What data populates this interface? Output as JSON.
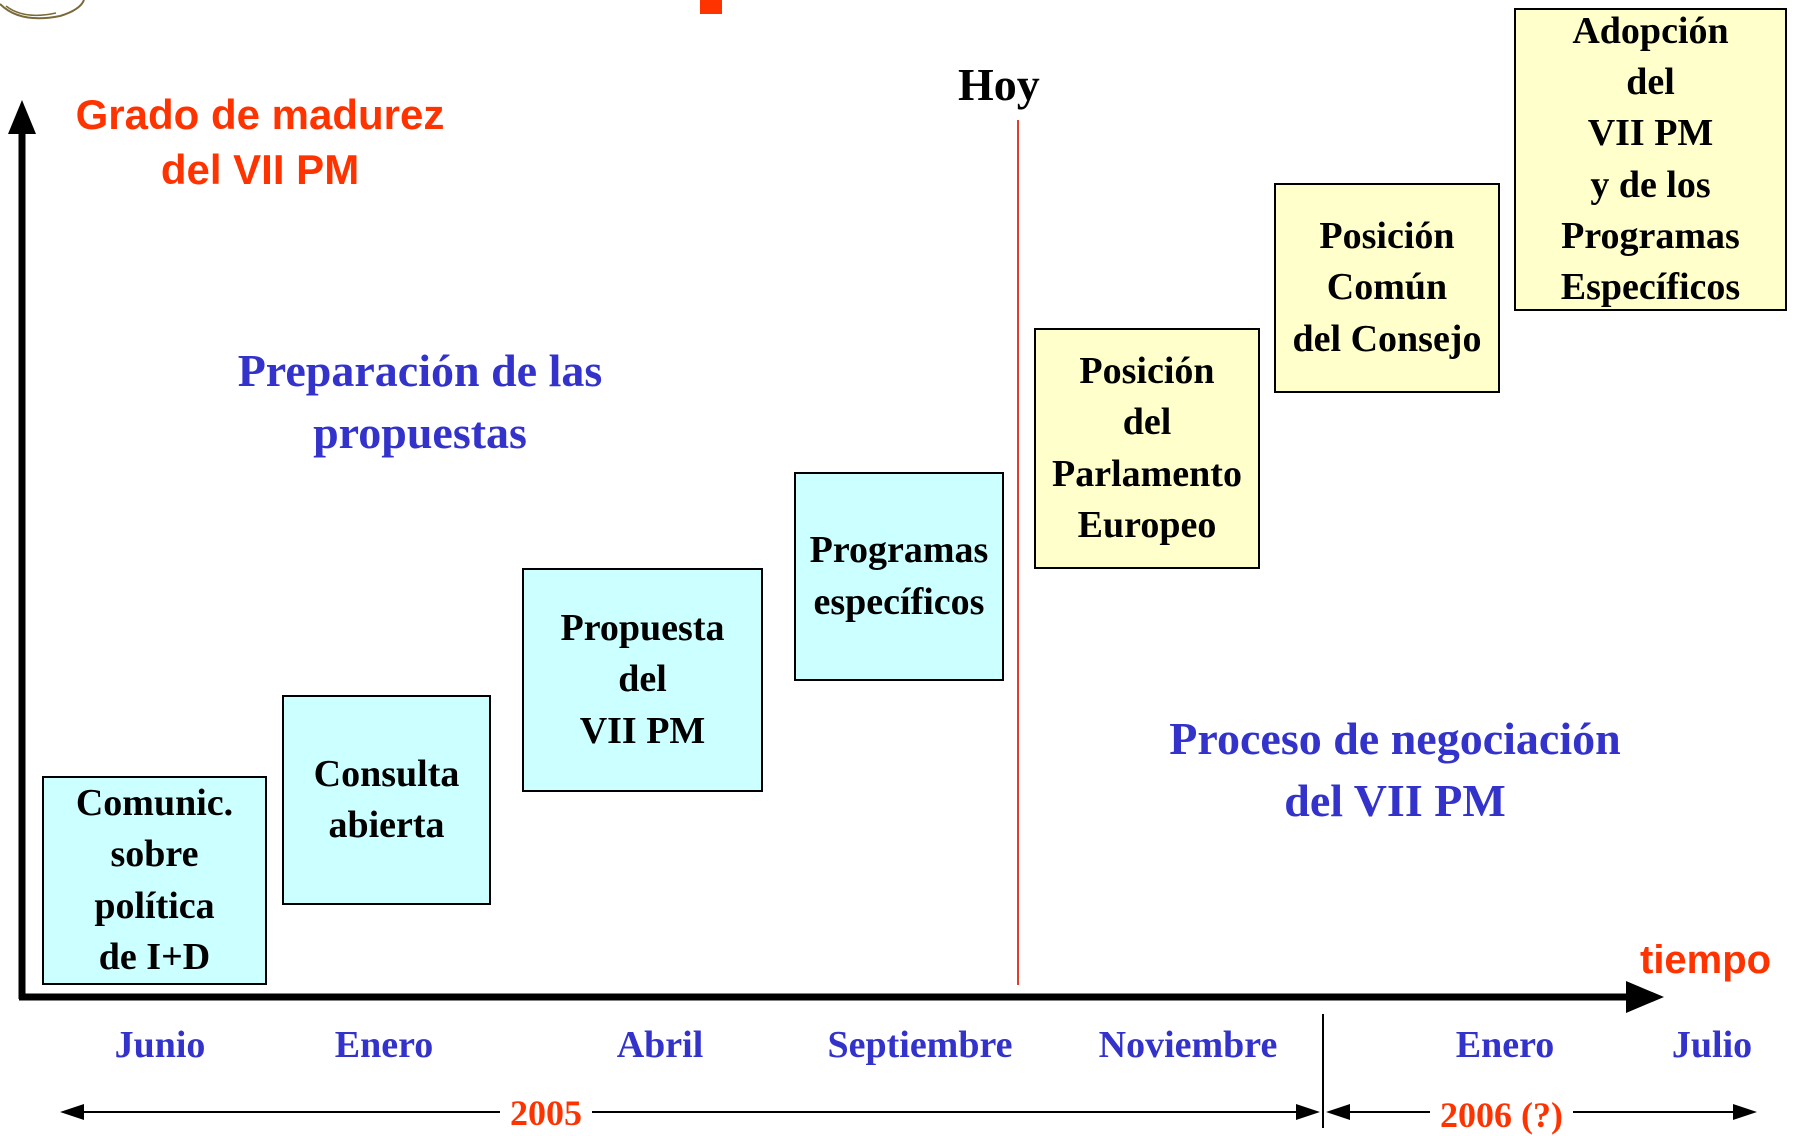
{
  "y_axis_label": "Grado de madurez\ndel VII PM",
  "x_axis_label": "tiempo",
  "today_label": "Hoy",
  "phase_left": "Preparación de las\npropuestas",
  "phase_right": "Proceso de negociación\ndel VII PM",
  "boxes": {
    "comunic": "Comunic.\nsobre\npolítica\nde I+D",
    "consulta": "Consulta\nabierta",
    "propuesta": "Propuesta\ndel\nVII PM",
    "programas": "Programas\nespecíficos",
    "parlamento": "Posición\ndel\nParlamento\nEuropeo",
    "consejo": "Posición\nComún\ndel Consejo",
    "adopcion": "Adopción\ndel\nVII PM\ny de los\nProgramas\nEspecíficos"
  },
  "months": [
    "Junio",
    "Enero",
    "Abril",
    "Septiembre",
    "Noviembre",
    "Enero",
    "Julio"
  ],
  "years": {
    "y2005": "2005",
    "y2006": "2006 (?)"
  },
  "colors": {
    "accent_orange": "#ff3300",
    "phase_blue": "#3333cc",
    "box_cyan": "#ccffff",
    "box_yellow": "#ffffcc"
  }
}
